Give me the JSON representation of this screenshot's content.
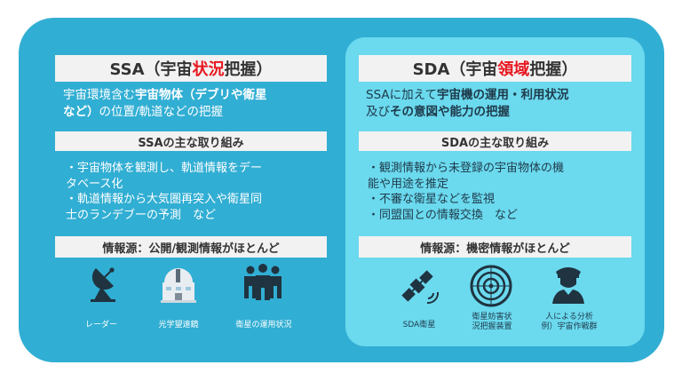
{
  "ssa": {
    "title_pre": "SSA（宇宙",
    "title_red": "状況",
    "title_post": "把握）",
    "desc_l1_a": "宇宙環境含む",
    "desc_l1_b": "宇宙物体（デブリや衛星",
    "desc_l2_b": "など）",
    "desc_l2_a": "の位置/軌道などの把握",
    "sub_header": "SSAの主な取り組み",
    "items": [
      "・宇宙物体を観測し、軌道情報をデー",
      "タベース化",
      "・軌道情報から大気圏再突入や衛星同",
      "士のランデブーの予測　など"
    ],
    "source": "情報源：公開/観測情報がほとんど",
    "icons": [
      {
        "icon": "radar-dish-icon",
        "label": "レーダー"
      },
      {
        "icon": "observatory-icon",
        "label": "光学望遠鏡"
      },
      {
        "icon": "people-group-icon",
        "label": "衛星の運用状況"
      }
    ]
  },
  "sda": {
    "title_pre": "SDA（宇宙",
    "title_red": "領域",
    "title_post": "把握）",
    "desc_l1_a": "SSAに加えて",
    "desc_l1_b": "宇宙機の運用・利用状況",
    "desc_l2_a": "及び",
    "desc_l2_b": "その意図や能力の把握",
    "sub_header": "SDAの主な取り組み",
    "items": [
      "・観測情報から未登録の宇宙物体の機",
      "能や用途を推定",
      "・不審な衛星などを監視",
      "・同盟国との情報交換　など"
    ],
    "source": "情報源：機密情報がほとんど",
    "icons": [
      {
        "icon": "satellite-icon",
        "label": "SDA衛星"
      },
      {
        "icon": "radar-target-icon",
        "label": "衛星妨害状\n況把握装置"
      },
      {
        "icon": "officer-icon",
        "label": "人による分析\n例）宇宙作戦群"
      }
    ]
  },
  "colors": {
    "outer": "#31aed3",
    "inner": "#6bd9ee",
    "header": "#f2f2f2",
    "accent_red": "#e8161f",
    "icon": "#1f3340"
  }
}
